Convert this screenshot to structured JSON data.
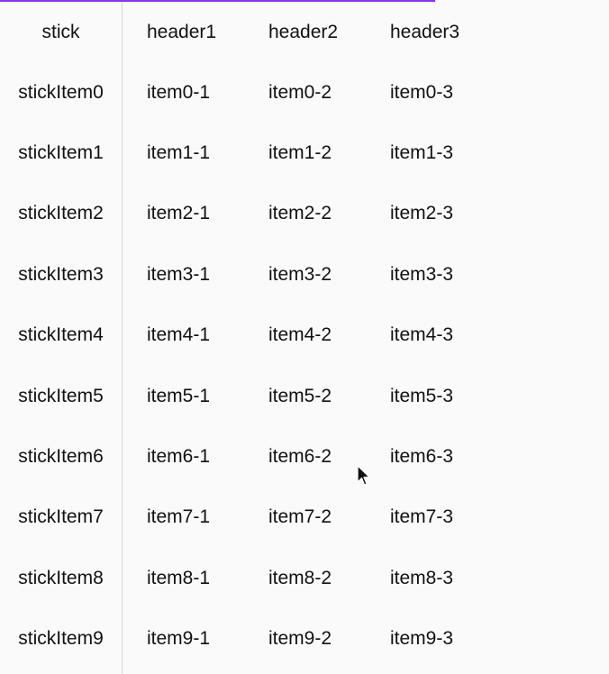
{
  "theme": {
    "accent": "#7c3aed"
  },
  "table": {
    "sticky_header": "stick",
    "headers": [
      "header1",
      "header2",
      "header3"
    ],
    "rows": [
      {
        "stick": "stickItem0",
        "cells": [
          "item0-1",
          "item0-2",
          "item0-3"
        ]
      },
      {
        "stick": "stickItem1",
        "cells": [
          "item1-1",
          "item1-2",
          "item1-3"
        ]
      },
      {
        "stick": "stickItem2",
        "cells": [
          "item2-1",
          "item2-2",
          "item2-3"
        ]
      },
      {
        "stick": "stickItem3",
        "cells": [
          "item3-1",
          "item3-2",
          "item3-3"
        ]
      },
      {
        "stick": "stickItem4",
        "cells": [
          "item4-1",
          "item4-2",
          "item4-3"
        ]
      },
      {
        "stick": "stickItem5",
        "cells": [
          "item5-1",
          "item5-2",
          "item5-3"
        ]
      },
      {
        "stick": "stickItem6",
        "cells": [
          "item6-1",
          "item6-2",
          "item6-3"
        ]
      },
      {
        "stick": "stickItem7",
        "cells": [
          "item7-1",
          "item7-2",
          "item7-3"
        ]
      },
      {
        "stick": "stickItem8",
        "cells": [
          "item8-1",
          "item8-2",
          "item8-3"
        ]
      },
      {
        "stick": "stickItem9",
        "cells": [
          "item9-1",
          "item9-2",
          "item9-3"
        ]
      }
    ]
  },
  "cursor": {
    "icon": "mouse-pointer-icon"
  }
}
